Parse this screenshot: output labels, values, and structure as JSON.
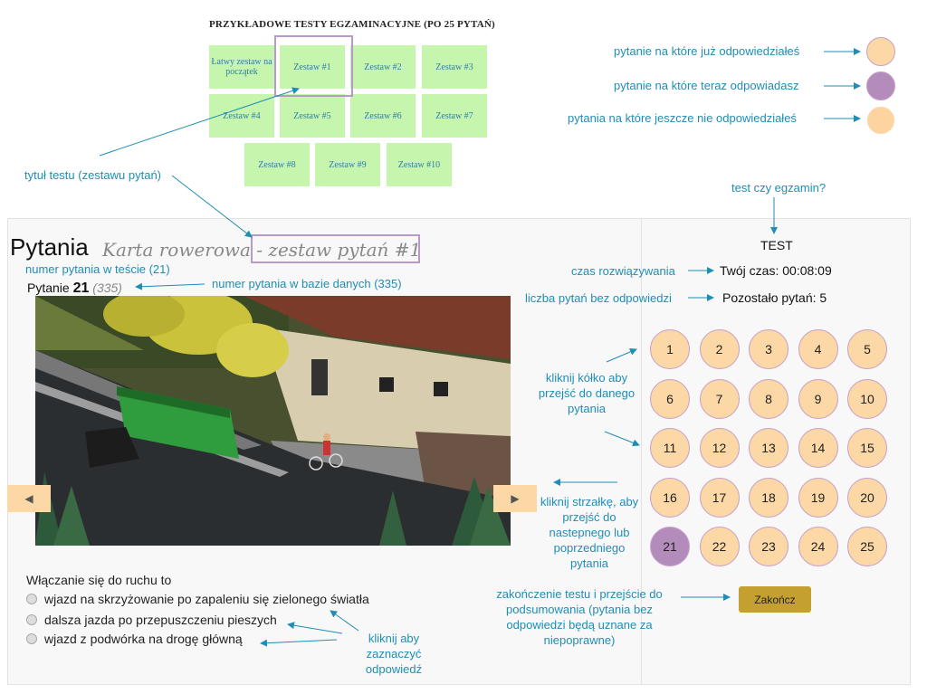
{
  "sets": {
    "title": "PRZYKŁADOWE TESTY EGZAMINACYJNE (PO 25 PYTAŃ)",
    "items": [
      "Łatwy zestaw na początek",
      "Zestaw #1",
      "Zestaw #2",
      "Zestaw #3",
      "Zestaw #4",
      "Zestaw #5",
      "Zestaw #6",
      "Zestaw #7",
      "Zestaw #8",
      "Zestaw #9",
      "Zestaw #10"
    ]
  },
  "legend": {
    "answered": "pytanie na które już odpowiedziałeś",
    "current": "pytanie na które teraz odpowiadasz",
    "unanswered": "pytania na które jeszcze nie odpowiedziałeś"
  },
  "annotations": {
    "test_title": "tytuł testu (zestawu pytań)",
    "test_or_exam": "test czy egzamin?",
    "question_number_in_test": "numer pytania w teście (21)",
    "question_number_in_db": "numer pytania w bazie danych (335)",
    "solving_time": "czas rozwiązywania",
    "unanswered_count": "liczba pytań bez odpowiedzi",
    "click_circle": "kliknij kółko aby przejść do danego pytania",
    "click_arrow": "kliknij strzałkę, aby przejść do nastepnego lub poprzedniego pytania",
    "finish_info": "zakończenie testu i przejście do podsumowania (pytania bez odpowiedzi będą uznane za niepoprawne)",
    "click_answer": "kliknij aby zaznaczyć odpowiedź"
  },
  "main": {
    "heading": "Pytania",
    "subtitle": "Karta rowerowa - zestaw pytań #1",
    "question_prefix": "Pytanie",
    "question_number": "21",
    "question_db": "(335)",
    "question_text": "Włączanie się do ruchu to",
    "answers": [
      "wjazd na skrzyżowanie po zapaleniu się zielonego światła",
      "dalsza jazda po przepuszczeniu pieszych",
      "wjazd z podwórka na drogę główną"
    ],
    "prev_icon": "◀",
    "next_icon": "▶"
  },
  "sidebar": {
    "mode": "TEST",
    "time_label": "Twój czas: 00:08:09",
    "remaining_label": "Pozostało pytań: 5",
    "questions": [
      "1",
      "2",
      "3",
      "4",
      "5",
      "6",
      "7",
      "8",
      "9",
      "10",
      "11",
      "12",
      "13",
      "14",
      "15",
      "16",
      "17",
      "18",
      "19",
      "20",
      "21",
      "22",
      "23",
      "24",
      "25"
    ],
    "current_question": 21,
    "finish_label": "Zakończ"
  },
  "colors": {
    "answered": "#fbd8a6",
    "current": "#b48cbc",
    "unanswered": "#fdd3a0",
    "set_tile": "#c6f5ad",
    "annotation": "#1f8db5",
    "finish": "#c4a030"
  }
}
